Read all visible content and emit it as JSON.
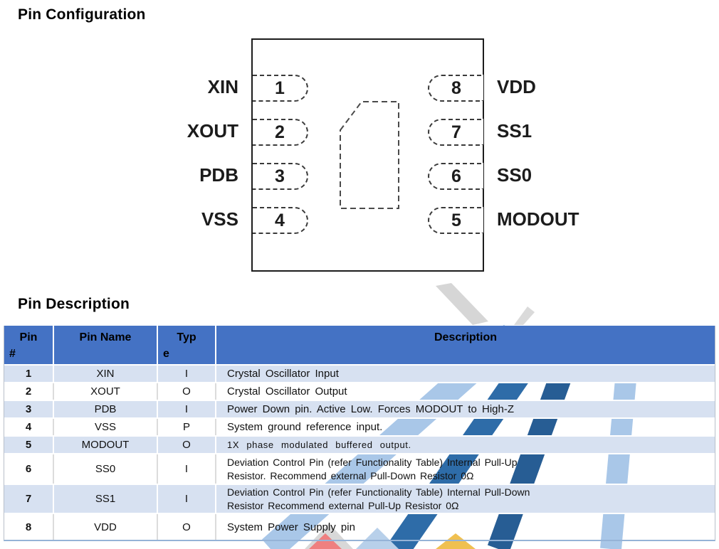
{
  "sections": {
    "pin_configuration_title": "Pin Configuration",
    "pin_description_title": "Pin Description"
  },
  "chip": {
    "left_pins": [
      {
        "number": "1",
        "label": "XIN"
      },
      {
        "number": "2",
        "label": "XOUT"
      },
      {
        "number": "3",
        "label": "PDB"
      },
      {
        "number": "4",
        "label": "VSS"
      }
    ],
    "right_pins": [
      {
        "number": "8",
        "label": "VDD"
      },
      {
        "number": "7",
        "label": "SS1"
      },
      {
        "number": "6",
        "label": "SS0"
      },
      {
        "number": "5",
        "label": "MODOUT"
      }
    ]
  },
  "table": {
    "headers": {
      "pin_line1": "Pin",
      "pin_line2": "#",
      "name": "Pin Name",
      "type_line1": "Typ",
      "type_line2": "e",
      "description": "Description"
    },
    "rows": [
      {
        "pin": "1",
        "name": "XIN",
        "type": "I",
        "description": "Crystal Oscillator Input"
      },
      {
        "pin": "2",
        "name": "XOUT",
        "type": "O",
        "description": "Crystal Oscillator Output"
      },
      {
        "pin": "3",
        "name": "PDB",
        "type": "I",
        "description": "Power Down pin. Active Low. Forces MODOUT to High-Z"
      },
      {
        "pin": "4",
        "name": "VSS",
        "type": "P",
        "description": "System ground reference input."
      },
      {
        "pin": "5",
        "name": "MODOUT",
        "type": "O",
        "description": "1X phase modulated buffered output."
      },
      {
        "pin": "6",
        "name": "SS0",
        "type": "I",
        "description": "Deviation Control Pin (refer Functionality Table) Internal Pull-Up\nResistor. Recommend external Pull-Down Resistor 0Ω"
      },
      {
        "pin": "7",
        "name": "SS1",
        "type": "I",
        "description": "Deviation Control Pin (refer Functionality Table) Internal Pull-Down\nResistor Recommend external Pull-Up Resistor 0Ω"
      },
      {
        "pin": "8",
        "name": "VDD",
        "type": "O",
        "description": "System Power Supply pin"
      }
    ]
  },
  "colors": {
    "table_header_bg": "#4472c4",
    "table_alt_row_bg": "#d7e1f1",
    "table_bottom_border": "#95b3d7",
    "watermark_light_blue": "#a9c7e8",
    "watermark_dark_blue": "#2e6ca8",
    "watermark_gray": "#d6d6d6",
    "watermark_red": "#ef8080",
    "watermark_yellow": "#f0c050"
  }
}
